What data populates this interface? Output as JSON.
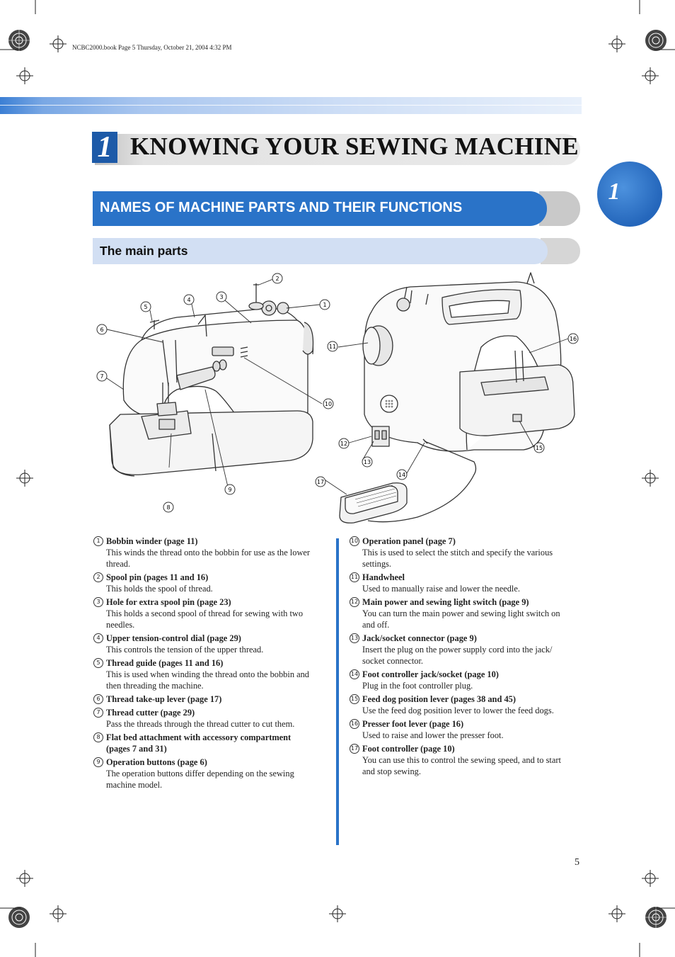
{
  "header_line": "NCBC2000.book  Page 5  Thursday, October 21, 2004  4:32 PM",
  "chapter": {
    "number": "1",
    "title": "KNOWING YOUR SEWING MACHINE"
  },
  "side_tab": "1",
  "section_title": "NAMES OF MACHINE PARTS AND THEIR FUNCTIONS",
  "subsection_title": "The main parts",
  "figure_callouts": [
    "1",
    "2",
    "3",
    "4",
    "5",
    "6",
    "7",
    "8",
    "9",
    "10",
    "11",
    "12",
    "13",
    "14",
    "15",
    "16",
    "17"
  ],
  "left_items": [
    {
      "num": "1",
      "title": "Bobbin winder (page 11)",
      "desc": "This winds the thread onto the bobbin for use as the lower thread."
    },
    {
      "num": "2",
      "title": "Spool pin (pages 11 and 16)",
      "desc": "This holds the spool of thread."
    },
    {
      "num": "3",
      "title": "Hole for extra spool pin (page 23)",
      "desc": "This holds a second spool of thread for sewing with two needles."
    },
    {
      "num": "4",
      "title": "Upper tension-control dial (page 29)",
      "desc": "This controls the tension of the upper thread."
    },
    {
      "num": "5",
      "title": "Thread guide (pages 11 and 16)",
      "desc": "This is used when winding the thread onto the bobbin and then threading the machine."
    },
    {
      "num": "6",
      "title": "Thread take-up lever (page 17)",
      "desc": ""
    },
    {
      "num": "7",
      "title": "Thread cutter (page 29)",
      "desc": " Pass the threads through the thread cutter to cut them."
    },
    {
      "num": "8",
      "title": "Flat bed attachment with accessory compartment (pages 7 and 31)",
      "desc": ""
    },
    {
      "num": "9",
      "title": "Operation buttons (page 6)",
      "desc": "The operation buttons differ depending on the sewing machine model."
    }
  ],
  "right_items": [
    {
      "num": "10",
      "title": "Operation panel (page 7)",
      "desc": "This is used to select the stitch and specify the various settings."
    },
    {
      "num": "11",
      "title": "Handwheel",
      "desc": "Used to manually raise and lower the needle."
    },
    {
      "num": "12",
      "title": "Main power and sewing light switch (page 9)",
      "desc": "You can turn the main power and sewing light switch on and off."
    },
    {
      "num": "13",
      "title": "Jack/socket connector (page 9)",
      "desc": "Insert the plug on the power supply cord into the jack/ socket connector."
    },
    {
      "num": "14",
      "title": "Foot controller jack/socket (page 10)",
      "desc": "Plug in the foot controller plug."
    },
    {
      "num": "15",
      "title": "Feed dog position lever (pages 38 and 45)",
      "desc": "Use the feed dog position lever to lower the feed dogs."
    },
    {
      "num": "16",
      "title": "Presser foot lever (page 16)",
      "desc": "Used to raise and lower the presser foot."
    },
    {
      "num": "17",
      "title": "Foot controller (page 10)",
      "desc": "You can use this to control the sewing speed, and to start and stop sewing."
    }
  ],
  "page_number": "5"
}
